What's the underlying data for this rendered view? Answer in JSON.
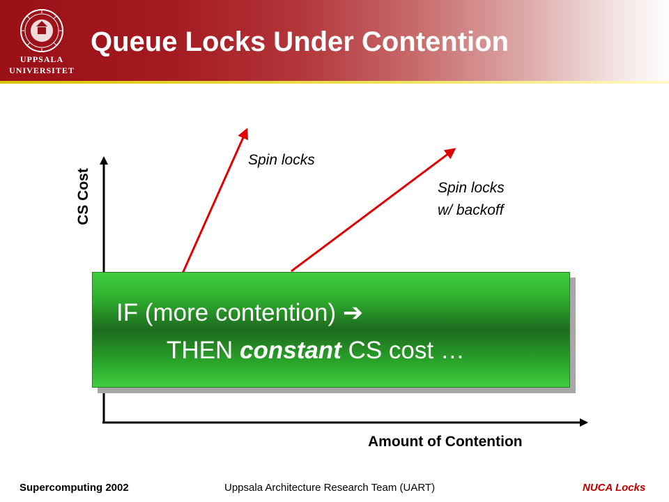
{
  "header": {
    "title": "Queue Locks Under Contention",
    "logo": {
      "name": "uppsala-university-seal",
      "line1": "UPPSALA",
      "line2": "UNIVERSITET"
    }
  },
  "colors": {
    "header_red": "#9b0f17",
    "accent_yellow": "#d9c200",
    "arrow_red": "#e00000",
    "callout_green": "#2fb02f",
    "footer_red": "#c00000"
  },
  "chart": {
    "y_label": "CS Cost",
    "x_label": "Amount of Contention",
    "curves": [
      {
        "label": "Spin locks"
      },
      {
        "label_line1": "Spin locks",
        "label_line2": "w/ backoff"
      }
    ]
  },
  "callout": {
    "line1_text": "IF (more contention) ",
    "line1_arrow": "➔",
    "line2_prefix": "THEN ",
    "line2_emphasis": "constant",
    "line2_suffix": " CS cost …"
  },
  "footer": {
    "left": "Supercomputing 2002",
    "center": "Uppsala Architecture Research Team (UART)",
    "right": "NUCA Locks"
  }
}
